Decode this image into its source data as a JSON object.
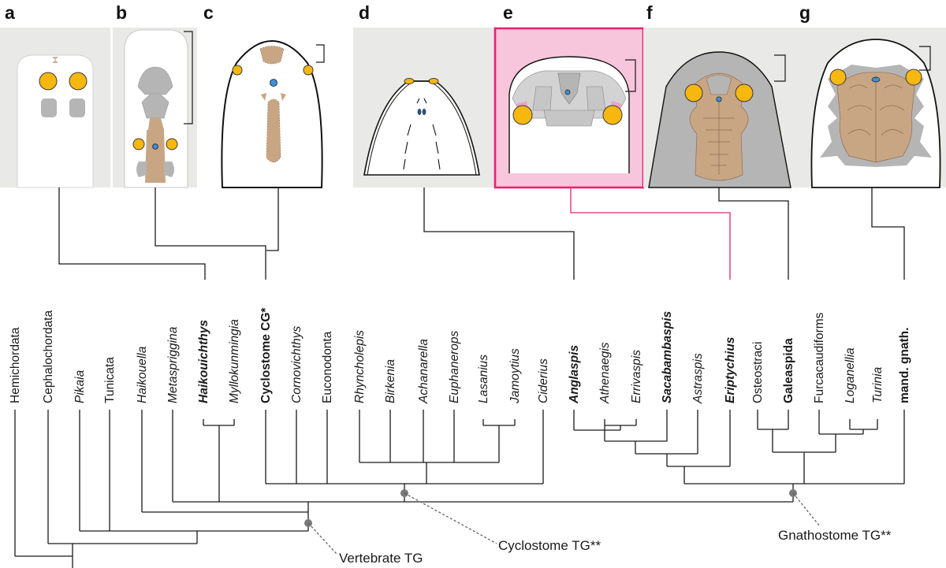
{
  "panels": [
    {
      "letter": "a"
    },
    {
      "letter": "b"
    },
    {
      "letter": "c"
    },
    {
      "letter": "d"
    },
    {
      "letter": "e"
    },
    {
      "letter": "f"
    },
    {
      "letter": "g"
    }
  ],
  "taxa": [
    {
      "id": "hemichordata",
      "label": "Hemichordata",
      "italic": false,
      "bold": false
    },
    {
      "id": "cephalochordata",
      "label": "Cephalochordata",
      "italic": false,
      "bold": false
    },
    {
      "id": "pikaia",
      "label": "Pikaia",
      "italic": true,
      "bold": false
    },
    {
      "id": "tunicata",
      "label": "Tunicata",
      "italic": false,
      "bold": false
    },
    {
      "id": "haikouella",
      "label": "Haikouella",
      "italic": true,
      "bold": false
    },
    {
      "id": "metaspriggina",
      "label": "Metaspriggina",
      "italic": true,
      "bold": false
    },
    {
      "id": "haikouichthys",
      "label": "Haikouichthys",
      "italic": true,
      "bold": true
    },
    {
      "id": "myllokunmingia",
      "label": "Myllokunmingia",
      "italic": true,
      "bold": false
    },
    {
      "id": "cyclostome-cg",
      "label": "Cyclostome CG*",
      "italic": false,
      "bold": true
    },
    {
      "id": "cornovichthys",
      "label": "Cornovichthys",
      "italic": true,
      "bold": false
    },
    {
      "id": "euconodonta",
      "label": "Euconodonta",
      "italic": false,
      "bold": false
    },
    {
      "id": "rhyncholepis",
      "label": "Rhyncholepis",
      "italic": true,
      "bold": false
    },
    {
      "id": "birkenia",
      "label": "Birkenia",
      "italic": true,
      "bold": false
    },
    {
      "id": "achanarella",
      "label": "Achanarella",
      "italic": true,
      "bold": false
    },
    {
      "id": "euphanerops",
      "label": "Euphanerops",
      "italic": true,
      "bold": false
    },
    {
      "id": "lasanius",
      "label": "Lasanius",
      "italic": true,
      "bold": false
    },
    {
      "id": "jamoytius",
      "label": "Jamoytius",
      "italic": true,
      "bold": false
    },
    {
      "id": "ciderius",
      "label": "Ciderius",
      "italic": true,
      "bold": false
    },
    {
      "id": "anglaspis",
      "label": "Anglaspis",
      "italic": true,
      "bold": true
    },
    {
      "id": "athenaegis",
      "label": "Athenaegis",
      "italic": true,
      "bold": false
    },
    {
      "id": "errivaspis",
      "label": "Errivaspis",
      "italic": true,
      "bold": false
    },
    {
      "id": "sacabambaspis",
      "label": "Sacabambaspis",
      "italic": true,
      "bold": true
    },
    {
      "id": "astraspis",
      "label": "Astraspis",
      "italic": true,
      "bold": false
    },
    {
      "id": "eriptychius",
      "label": "Eriptychius",
      "italic": true,
      "bold": true
    },
    {
      "id": "osteostraci",
      "label": "Osteostraci",
      "italic": false,
      "bold": false
    },
    {
      "id": "galeaspida",
      "label": "Galeaspida",
      "italic": false,
      "bold": true
    },
    {
      "id": "furcacaudiforms",
      "label": "Furcacaudiforms",
      "italic": false,
      "bold": false
    },
    {
      "id": "loganellia",
      "label": "Loganellia",
      "italic": true,
      "bold": false
    },
    {
      "id": "turinia",
      "label": "Turinia",
      "italic": true,
      "bold": false
    },
    {
      "id": "mand-gnath",
      "label": "mand. gnath.",
      "italic": false,
      "bold": true
    }
  ],
  "callouts": {
    "vertebrate": "Vertebrate TG",
    "cyclostome": "Cyclostome TG**",
    "gnathostome": "Gnathostome TG**"
  },
  "colors": {
    "eye": "#f6b70f",
    "cartilage": "#c8a684",
    "highlight": "#e8246d",
    "highlight_bg": "#f7c6dc",
    "panel_bg": "#e9e9e7"
  }
}
